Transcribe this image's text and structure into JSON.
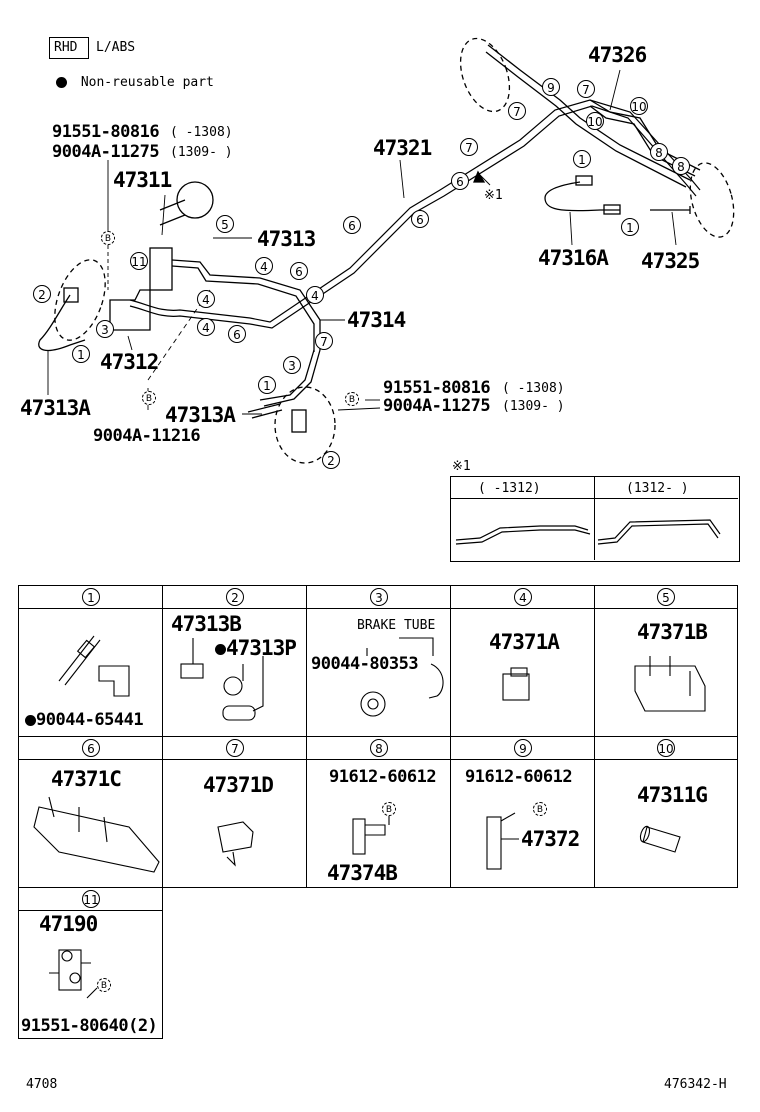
{
  "header": {
    "rhd": "RHD",
    "variant": "L/ABS",
    "legend": "Non-reusable part"
  },
  "labels": {
    "p91551_top": "91551-80816",
    "p91551_top_range": "(   -1308)",
    "p9004a_top": "9004A-11275",
    "p9004a_top_range": "(1309-   )",
    "p47311": "47311",
    "p47313": "47313",
    "p47321": "47321",
    "p47326": "47326",
    "p47316a": "47316A",
    "p47325": "47325",
    "p47314": "47314",
    "p47312": "47312",
    "p47313a_left": "47313A",
    "p47313a_mid": "47313A",
    "p9004a_11216": "9004A-11216",
    "p91551_right": "91551-80816",
    "p91551_right_range": "(   -1308)",
    "p9004a_right": "9004A-11275",
    "p9004a_right_range": "(1309-   )",
    "note_mark": "※1",
    "note_title": "※1",
    "note_col1": "(    -1312)",
    "note_col2": "(1312-    )"
  },
  "table": {
    "c1": {
      "no": "1",
      "part": "90044-65441"
    },
    "c2": {
      "no": "2",
      "part1": "47313B",
      "part2": "47313P"
    },
    "c3": {
      "no": "3",
      "caption": "BRAKE TUBE",
      "part": "90044-80353"
    },
    "c4": {
      "no": "4",
      "part": "47371A"
    },
    "c5": {
      "no": "5",
      "part": "47371B"
    },
    "c6": {
      "no": "6",
      "part": "47371C"
    },
    "c7": {
      "no": "7",
      "part": "47371D"
    },
    "c8": {
      "no": "8",
      "part1": "91612-60612",
      "part2": "47374B"
    },
    "c9": {
      "no": "9",
      "part1": "91612-60612",
      "part2": "47372"
    },
    "c10": {
      "no": "10",
      "part": "47311G"
    },
    "c11": {
      "no": "11",
      "part1": "47190",
      "part2": "91551-80640(2)"
    }
  },
  "footer": {
    "left": "4708",
    "right": "476342-H"
  }
}
